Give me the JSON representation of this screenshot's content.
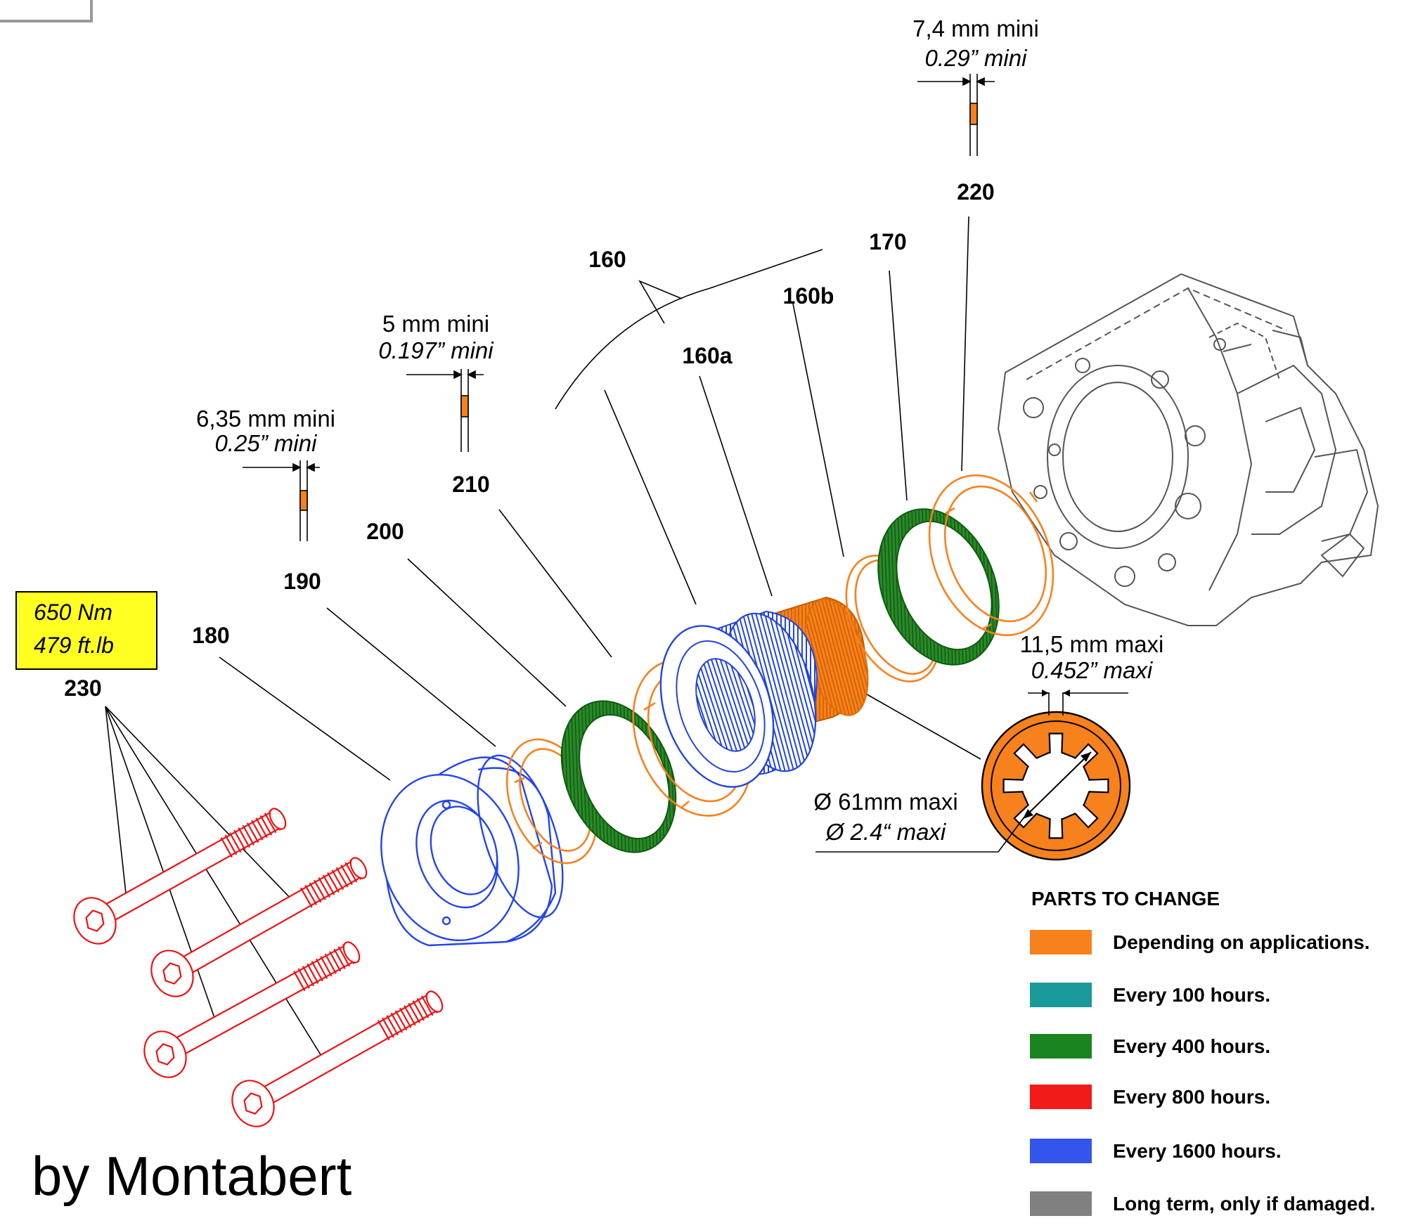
{
  "callouts": {
    "c230": "230",
    "c180": "180",
    "c190": "190",
    "c200": "200",
    "c210": "210",
    "c160": "160",
    "c160a": "160a",
    "c160b": "160b",
    "c170": "170",
    "c220": "220"
  },
  "torque": {
    "line1": "650 Nm",
    "line2": "479 ft.lb"
  },
  "dims": {
    "d220_mm": "7,4 mm mini",
    "d220_in": "0.29” mini",
    "d210_mm": "5 mm mini",
    "d210_in": "0.197” mini",
    "d190_mm": "6,35 mm mini",
    "d190_in": "0.25” mini",
    "key_mm": "11,5 mm maxi",
    "key_in": "0.452” maxi",
    "bore_mm": "Ø 61mm maxi",
    "bore_in": "Ø 2.4“ maxi"
  },
  "legend": {
    "title": "PARTS TO CHANGE",
    "items": [
      {
        "label": "Depending on applications.",
        "color": "#f7811c"
      },
      {
        "label": "Every 100 hours.",
        "color": "#1a9999"
      },
      {
        "label": "Every 400 hours.",
        "color": "#1a8420"
      },
      {
        "label": "Every 800 hours.",
        "color": "#f31a1a"
      },
      {
        "label": "Every 1600 hours.",
        "color": "#3355ee"
      },
      {
        "label": "Long term, only if damaged.",
        "color": "#808080"
      }
    ]
  },
  "credit": "by Montabert"
}
